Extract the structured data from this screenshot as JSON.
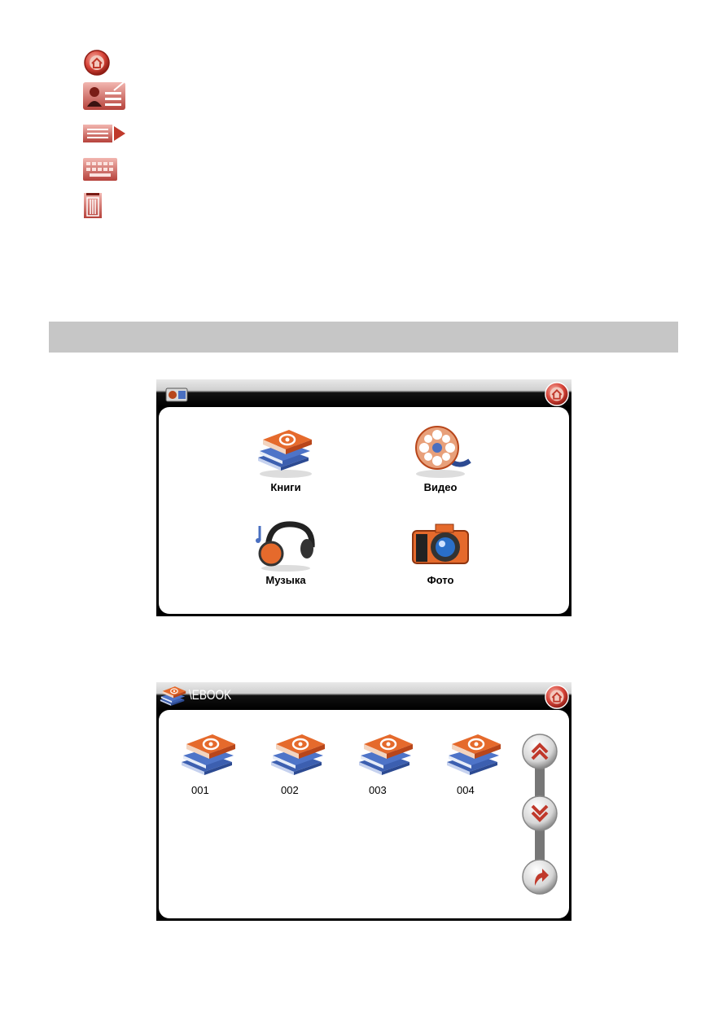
{
  "legend": {
    "icons": [
      "home-icon",
      "contact-card-icon",
      "list-next-icon",
      "keyboard-icon",
      "trash-icon"
    ]
  },
  "colors": {
    "accent_red": "#c0392b",
    "book_orange": "#e0662a",
    "book_blue": "#4a6fc0",
    "section_bar": "#c6c6c6"
  },
  "media_menu": {
    "items": [
      {
        "label": "Книги",
        "icon": "books-icon"
      },
      {
        "label": "Видео",
        "icon": "film-reel-icon"
      },
      {
        "label": "Музыка",
        "icon": "headphones-icon"
      },
      {
        "label": "Фото",
        "icon": "camera-icon"
      }
    ]
  },
  "ebook_browser": {
    "path": "\\EBOOK",
    "files": [
      "001",
      "002",
      "003",
      "004"
    ],
    "buttons": [
      "page-up-icon",
      "page-down-icon",
      "back-icon"
    ]
  }
}
